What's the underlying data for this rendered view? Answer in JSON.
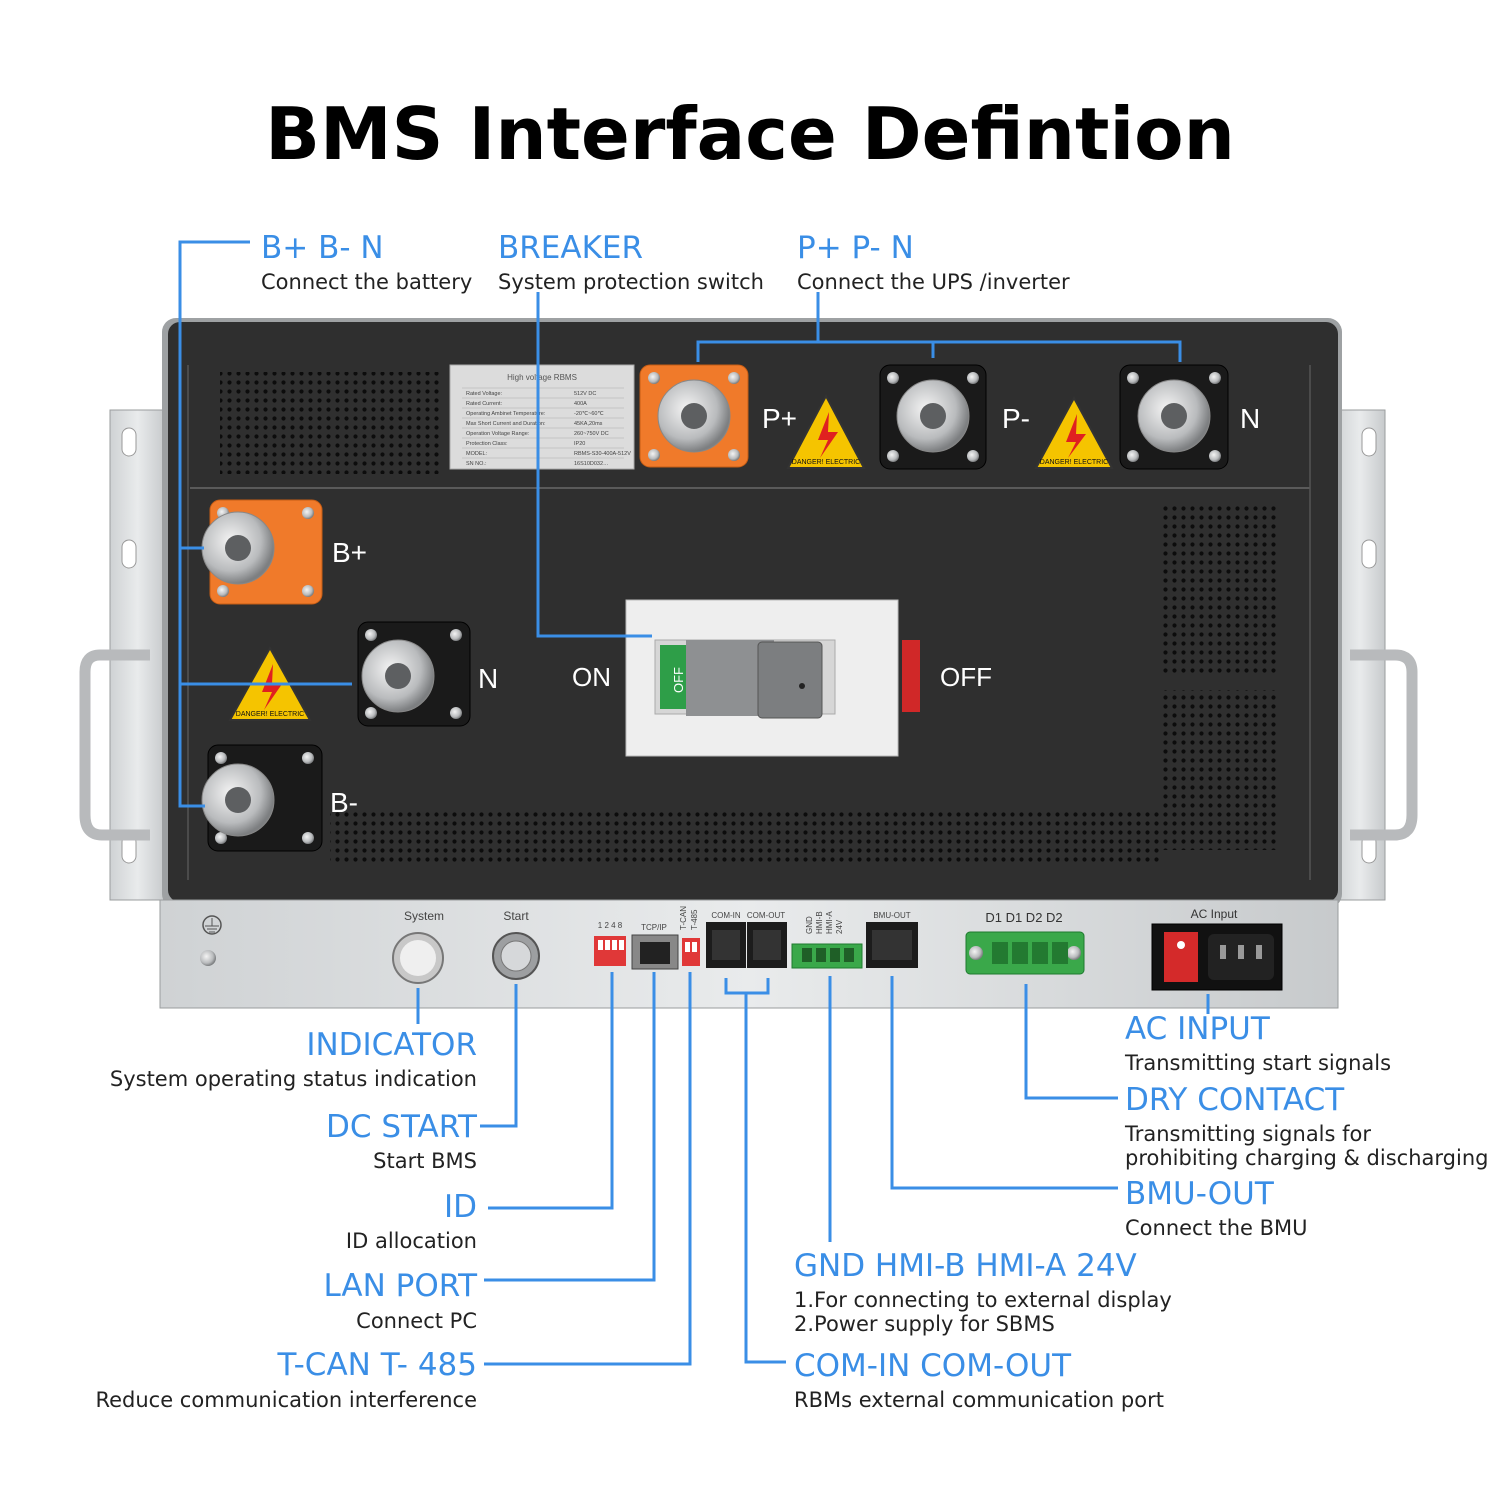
{
  "title": "BMS Interface Defintion",
  "colors": {
    "accent": "#3a8ee6",
    "panel": "#2f2f2f",
    "terminal_orange": "#f07a2a",
    "warning_yellow": "#f5c400",
    "switch_green": "#2e9e48"
  },
  "callouts": {
    "battery": {
      "title": "B+ B- N",
      "desc": "Connect the battery"
    },
    "breaker": {
      "title": "BREAKER",
      "desc": "System protection switch"
    },
    "output": {
      "title": "P+ P- N",
      "desc": "Connect the UPS /inverter"
    },
    "indicator": {
      "title": "INDICATOR",
      "desc": "System operating status indication"
    },
    "dc_start": {
      "title": "DC START",
      "desc": "Start BMS"
    },
    "id": {
      "title": "ID",
      "desc": "ID allocation"
    },
    "lan": {
      "title": "LAN PORT",
      "desc": "Connect PC"
    },
    "tcan": {
      "title": "T-CAN T- 485",
      "desc": "Reduce communication interference"
    },
    "ac_input": {
      "title": "AC INPUT",
      "desc": "Transmitting start signals"
    },
    "dry_contact": {
      "title": "DRY CONTACT",
      "desc_line1": "Transmitting signals for",
      "desc_line2": "prohibiting charging & discharging"
    },
    "bmu_out": {
      "title": "BMU-OUT",
      "desc": "Connect the BMU"
    },
    "hmi": {
      "title": "GND HMI-B HMI-A 24V",
      "desc_line1": "1.For connecting to external display",
      "desc_line2": "2.Power supply for SBMS"
    },
    "com": {
      "title": "COM-IN COM-OUT",
      "desc": "RBMs external communication port"
    }
  },
  "device": {
    "terminals": {
      "p_plus": "P+",
      "p_minus": "P-",
      "n_top": "N",
      "b_plus": "B+",
      "n_left": "N",
      "b_minus": "B-"
    },
    "breaker_on": "ON",
    "breaker_off": "OFF",
    "warning_text": "DANGER! ELECTRIC",
    "nameplate": {
      "heading": "High voltage RBMS",
      "rows": [
        [
          "Rated Voltage:",
          "512V DC"
        ],
        [
          "Rated Current:",
          "400A"
        ],
        [
          "Operating Ambinet Temperature:",
          "-20℃~60℃"
        ],
        [
          "Max Short Current and Duration:",
          "45KA,20ms"
        ],
        [
          "Operation Voltage Range:",
          "260~750V DC"
        ],
        [
          "Protection Class:",
          "IP20"
        ],
        [
          "MODEL:",
          "RBMS-S30-400A-512V"
        ],
        [
          "SN NO.:",
          "16S10D032…"
        ]
      ]
    },
    "front_panel": {
      "system": "System",
      "start": "Start",
      "dip_numbers": "1 2 4 8",
      "tcp": "TCP/IP",
      "tcan": "T-CAN",
      "t485": "T-485",
      "com_in": "COM-IN",
      "com_out": "COM-OUT",
      "gnd": "GND",
      "hmi_b": "HMI-B",
      "hmi_a": "HMI-A",
      "v24": "24V",
      "bmu_out": "BMU-OUT",
      "dry": "D1 D1 D2 D2",
      "ac_input": "AC Input"
    }
  }
}
